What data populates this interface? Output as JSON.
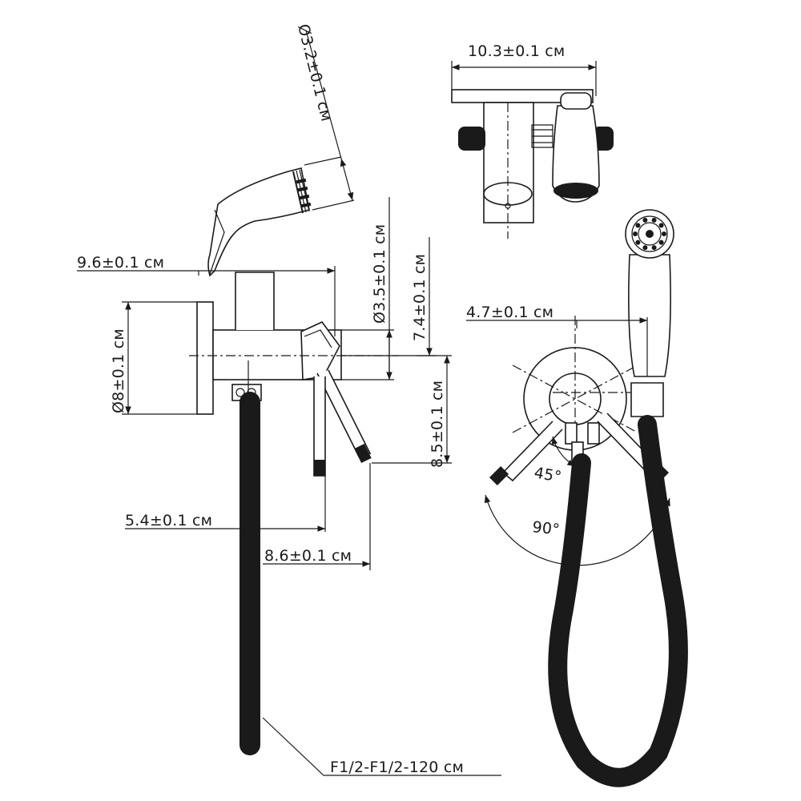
{
  "dimensions": {
    "nozzle_diameter": "Ø3.2±0.1 см",
    "top_width": "10.3±0.1 см",
    "length_to_nozzle": "9.6±0.1 см",
    "body_diameter": "Ø3.5±0.1 см",
    "total_height": "7.4±0.1 см",
    "flange_diameter": "Ø8±0.1 см",
    "side_offset": "4.7±0.1 см",
    "lever_height": "8.5±0.1 см",
    "lever_offset_short": "5.4±0.1 см",
    "lever_offset_long": "8.6±0.1 см",
    "hose_spec": "F1/2-F1/2-120 см"
  },
  "angles": {
    "small": "45°",
    "large": "90°"
  }
}
